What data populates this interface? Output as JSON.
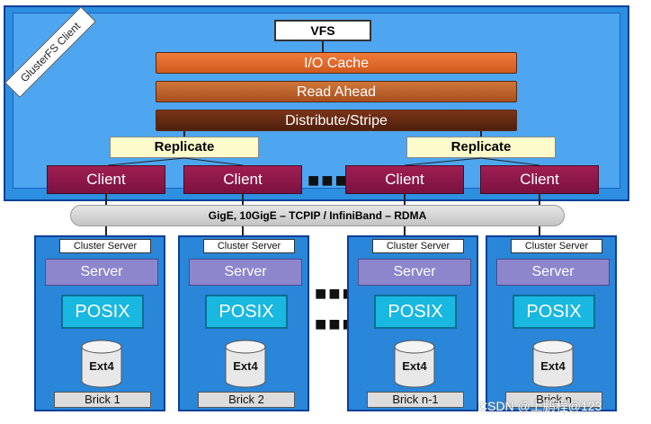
{
  "client": {
    "label": "GlusterFS Client",
    "vfs": "VFS",
    "layers": [
      "I/O Cache",
      "Read Ahead",
      "Distribute/Stripe"
    ],
    "replicate": [
      "Replicate",
      "Replicate"
    ],
    "clients": [
      "Client",
      "Client",
      "Client",
      "Client"
    ],
    "ellipsis": "■■■"
  },
  "network": {
    "label": "GigE, 10GigE – TCPIP / InfiniBand – RDMA"
  },
  "bricks": [
    {
      "cluster": "Cluster Server",
      "server": "Server",
      "posix": "POSIX",
      "fs": "Ext4",
      "name": "Brick 1"
    },
    {
      "cluster": "Cluster Server",
      "server": "Server",
      "posix": "POSIX",
      "fs": "Ext4",
      "name": "Brick 2"
    },
    {
      "cluster": "Cluster Server",
      "server": "Server",
      "posix": "POSIX",
      "fs": "Ext4",
      "name": "Brick n-1"
    },
    {
      "cluster": "Cluster Server",
      "server": "Server",
      "posix": "POSIX",
      "fs": "Ext4",
      "name": "Brick n"
    }
  ],
  "brick_ellipsis": [
    "■■■",
    "■■■"
  ],
  "watermark": "CSDN @上鹏程@123",
  "colors": {
    "client_bg": "#2c8fe0",
    "io_cache": "#e06a2c",
    "read_ahead": "#b85e26",
    "distribute": "#5a2410",
    "replicate": "#fdfbcc",
    "client_node": "#8c1748",
    "server": "#8d86cc",
    "posix": "#19b8e0",
    "brick_bg": "#2a86d8"
  }
}
